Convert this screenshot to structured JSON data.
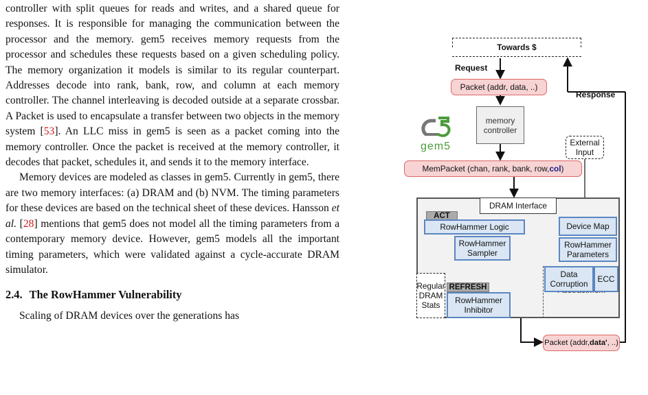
{
  "paper": {
    "para1_a": "controller with split queues for reads and writes, and a shared queue for responses. It is responsible for managing the communication between the processor and the memory. gem5 receives memory requests from the processor and schedules these requests based on a given scheduling policy. The memory organization it models is similar to its regular counterpart. Addresses decode into rank, bank, row, and column at each memory controller. The channel interleaving is decoded outside at a separate crossbar. A Packet is used to encapsulate a transfer between two objects in the memory system [",
    "para1_cite": "53",
    "para1_b": "]. An LLC miss in gem5 is seen as a packet coming into the memory controller. Once the packet is received at the memory controller, it decodes that packet, schedules it, and sends it to the memory interface.",
    "para2_a": "Memory devices are modeled as classes in gem5. Currently in gem5, there are two memory interfaces: (a) DRAM and (b) NVM. The timing parameters for these devices are based on the technical sheet of these devices. Hansson ",
    "para2_etal": "et al.",
    "para2_b": " [",
    "para2_cite": "28",
    "para2_c": "] mentions that gem5 does not model all the timing parameters from a contemporary memory device. However, gem5 models all the important timing parameters, which were validated against a cycle-accurate DRAM simulator.",
    "section_number": "2.4.",
    "section_title": "The RowHammer Vulnerability",
    "para3": "Scaling of DRAM devices over the generations has"
  },
  "diagram": {
    "towards_cache": "Towards $",
    "request": "Request",
    "response": "Response",
    "packet_in": "Packet (addr, data, ..)",
    "memory_controller_1": "memory",
    "memory_controller_2": "controller",
    "logo_text": "gem5",
    "mempacket_a": "MemPacket (chan, rank, bank, row, ",
    "mempacket_col": "col",
    "mempacket_b": ")",
    "external_input_1": "External",
    "external_input_2": "Input",
    "dram_interface": "DRAM Interface",
    "act": "ACT",
    "rowhammer_logic": "RowHammer Logic",
    "device_map": "Device Map",
    "rowhammer_sampler_1": "RowHammer",
    "rowhammer_sampler_2": "Sampler",
    "rowhammer_params_1": "RowHammer",
    "rowhammer_params_2": "Parameters",
    "data_corruption_1": "Data",
    "data_corruption_2": "Corruption",
    "ecc": "ECC",
    "abstract_mem": "AbstractMem",
    "regular_stats_1": "Regular",
    "regular_stats_2": "DRAM",
    "regular_stats_3": "Stats",
    "refresh": "REFRESH",
    "rowhammer_inhibitor_1": "RowHammer",
    "rowhammer_inhibitor_2": "Inhibitor",
    "packet_out_a": "Packet (addr, ",
    "packet_out_data": "data'",
    "packet_out_b": ", ..)"
  },
  "colors": {
    "citation": "#cc1f1f",
    "pink_fill": "#f7d3d3",
    "blue_fill": "#dae6f4",
    "blue_border": "#5b86c2",
    "logo_green": "#4b9c3b",
    "logo_grey": "#777777",
    "col_highlight": "#1a1a8c"
  }
}
